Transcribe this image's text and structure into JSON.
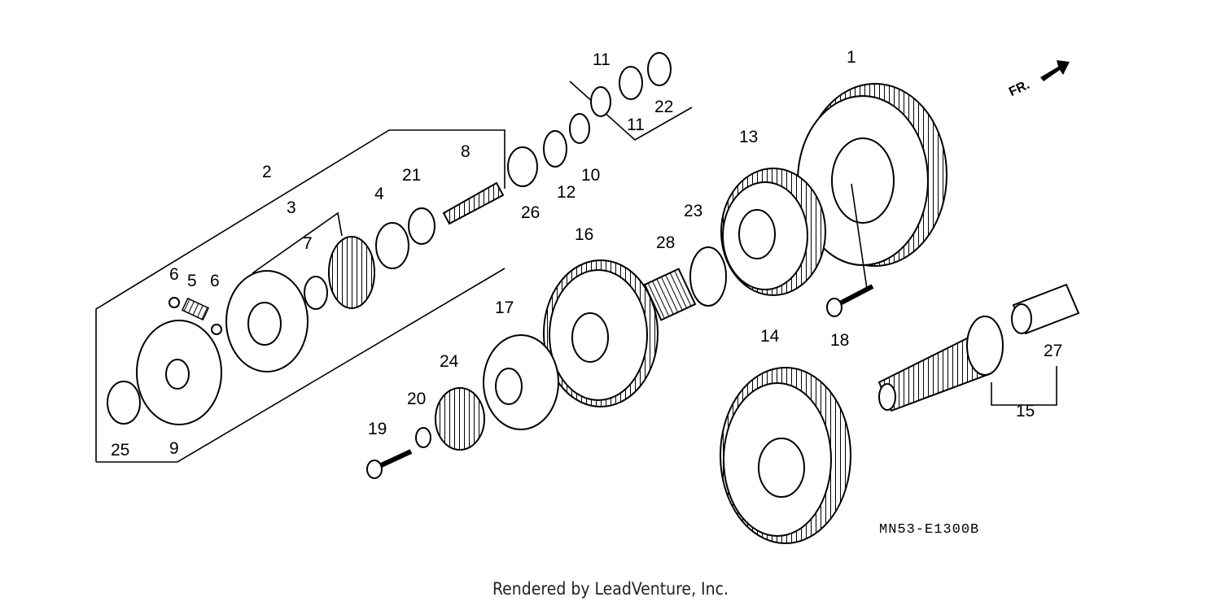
{
  "diagram_code": "MN53-E1300B",
  "footer": "Rendered by LeadVenture, Inc.",
  "direction_label": "FR.",
  "callouts": [
    "1",
    "2",
    "3",
    "4",
    "5",
    "6",
    "6",
    "7",
    "8",
    "9",
    "10",
    "11",
    "11",
    "12",
    "13",
    "14",
    "15",
    "16",
    "17",
    "18",
    "19",
    "20",
    "21",
    "22",
    "23",
    "24",
    "25",
    "26",
    "27",
    "28"
  ],
  "icons": {
    "direction": "arrow-icon"
  }
}
